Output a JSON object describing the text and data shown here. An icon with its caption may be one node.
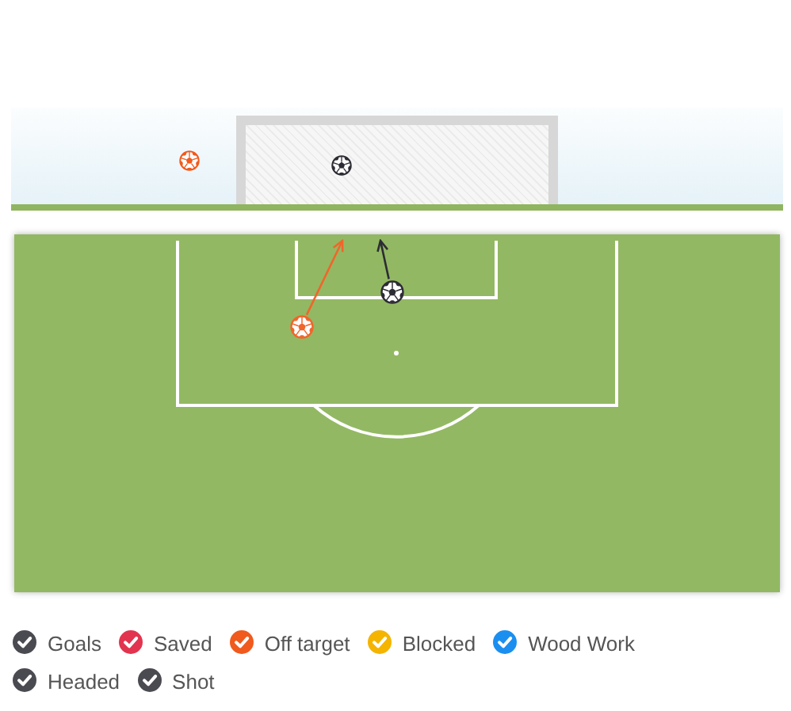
{
  "diagram": {
    "nodes": [
      {
        "text": [],
        "shape": "ball"
      },
      {
        "text": [],
        "shape": "ball"
      }
    ],
    "edges": [
      {
        "from": 0,
        "to": null,
        "arrow": "to"
      },
      {
        "from": 1,
        "to": null,
        "arrow": "to",
        "color": "#f0662b"
      }
    ],
    "legend": [
      {
        "text": "Goals",
        "color": "#4a4a51"
      },
      {
        "text": "Saved",
        "color": "#e2344f"
      },
      {
        "text": "Off target",
        "color": "#f05a1c"
      },
      {
        "text": "Blocked",
        "color": "#f4b400"
      },
      {
        "text": "Wood Work",
        "color": "#1b8ff0"
      },
      {
        "text": "Headed",
        "color": "#4a4a51"
      },
      {
        "text": "Shot",
        "color": "#4a4a51"
      }
    ]
  }
}
